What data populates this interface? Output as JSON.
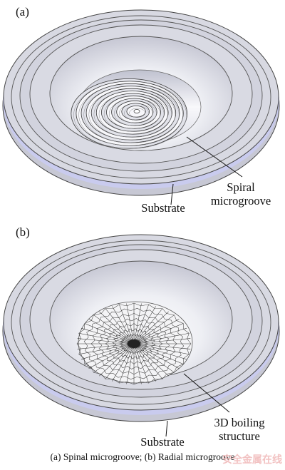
{
  "panels": [
    {
      "tag": "(a)",
      "label_line1": "Spiral",
      "label_line2": "microgroove",
      "substrate": "Substrate"
    },
    {
      "tag": "(b)",
      "label_line1": "3D boiling",
      "label_line2": "structure",
      "substrate": "Substrate"
    }
  ],
  "caption": "(a) Spinal microgroove; (b) Radial microgroove",
  "watermark": "安全金属在线",
  "colors": {
    "body": "#d3d4de",
    "rim_shadow": "#b6b8c8",
    "highlight": "#ffffff",
    "blue_edge": "#c4c6ee",
    "line": "#444444"
  }
}
